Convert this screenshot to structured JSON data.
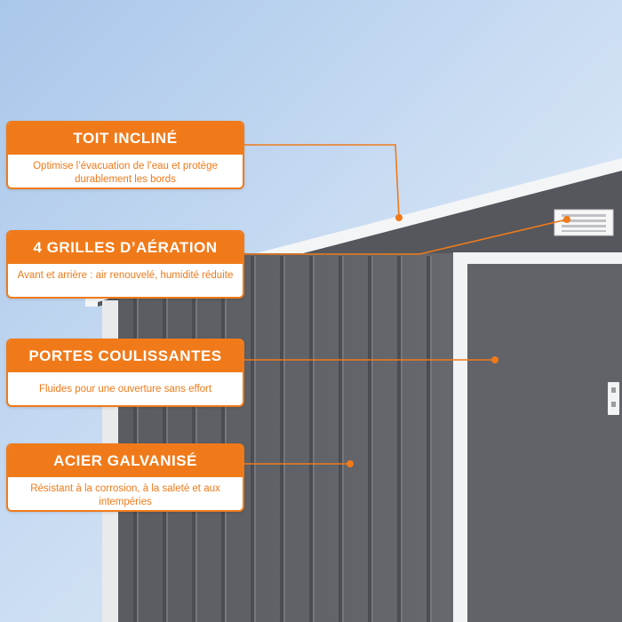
{
  "colors": {
    "accent": "#f07a1a",
    "panel": "#63656a",
    "frame": "#ffffff",
    "sky_top": "#b6d1ee",
    "sky_bottom": "#e8f1fb"
  },
  "features": [
    {
      "title": "TOIT INCLINÉ",
      "description": "Optimise l’évacuation de l’eau et protège durablement les bords"
    },
    {
      "title": "4 GRILLES D’AÉRATION",
      "description": "Avant et arrière : air renouvelé, humidité réduite"
    },
    {
      "title": "PORTES COULISSANTES",
      "description": "Fluides pour une ouverture sans effort"
    },
    {
      "title": "ACIER GALVANISÉ",
      "description": "Résistant à la corrosion, à la saleté et aux intempéries"
    }
  ]
}
